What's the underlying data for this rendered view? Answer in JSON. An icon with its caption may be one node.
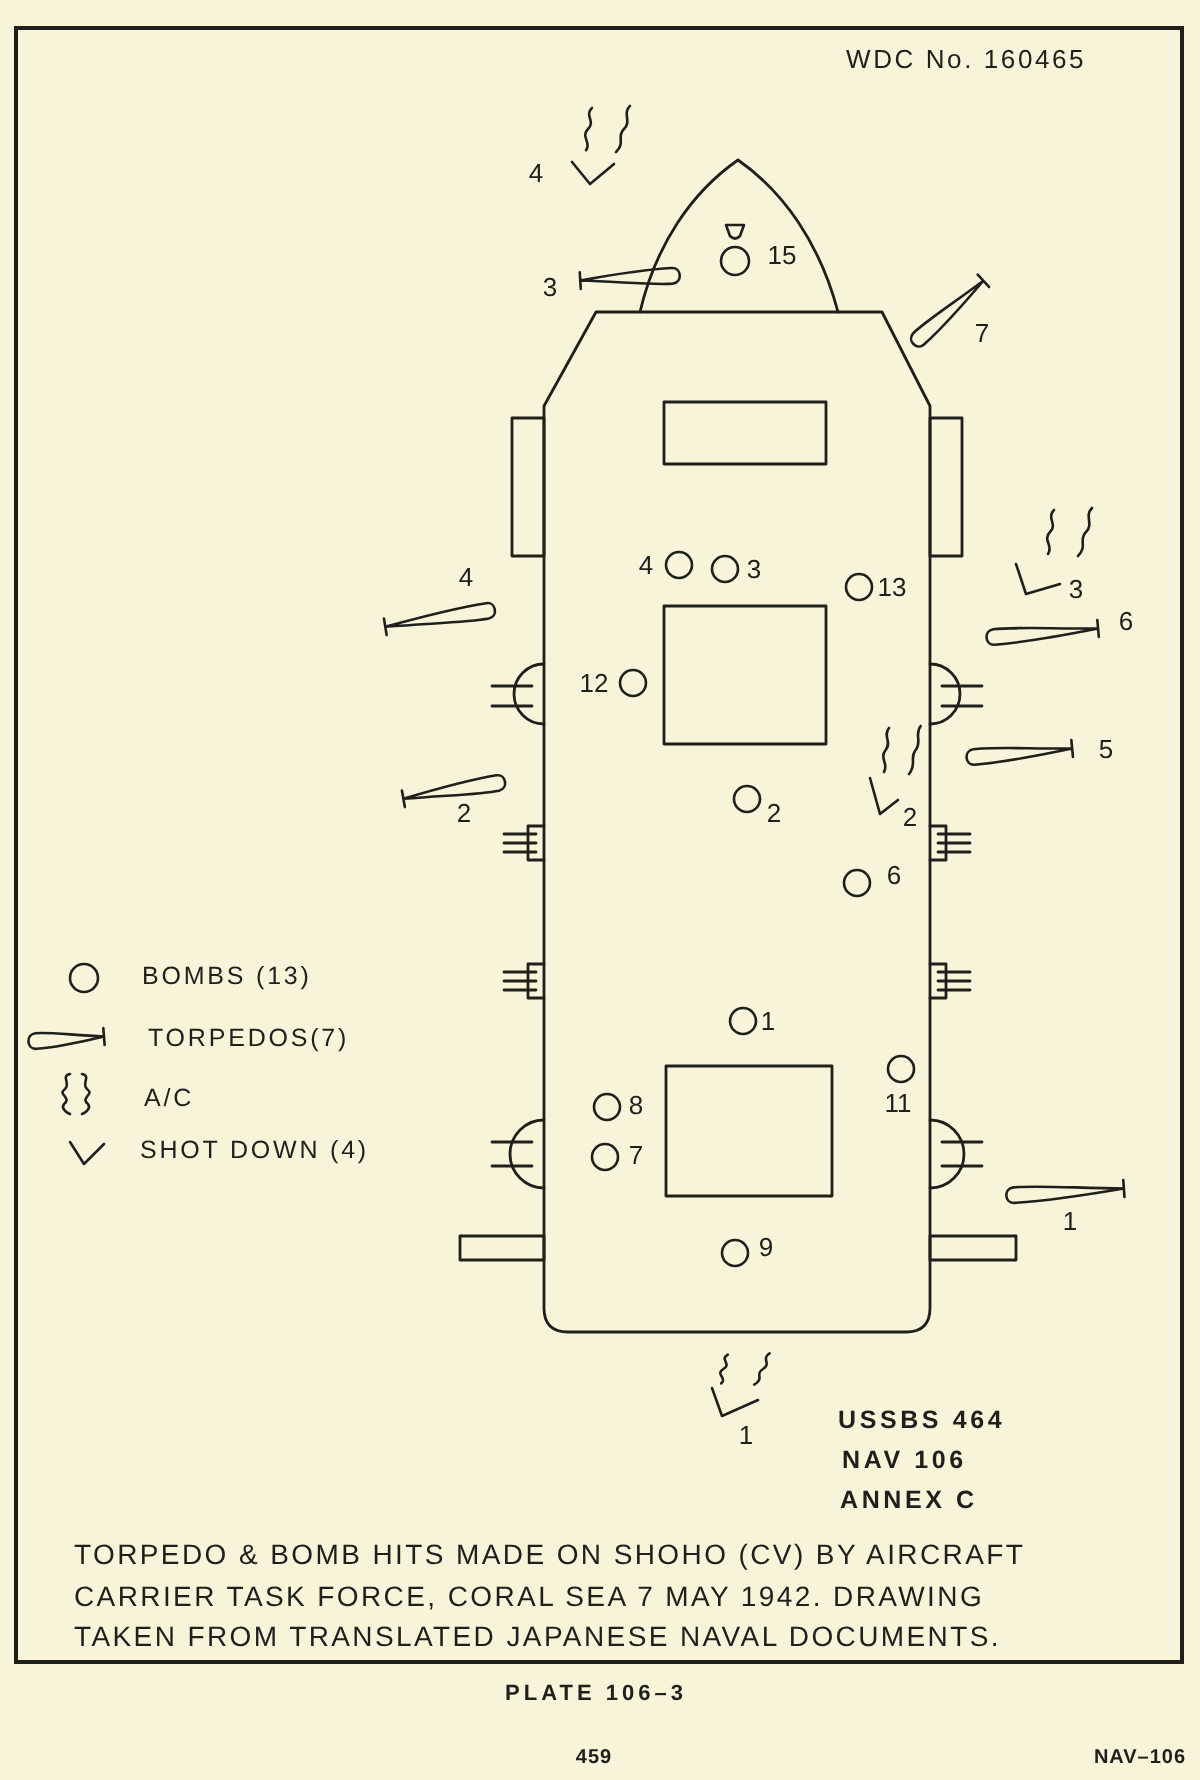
{
  "diagram": {
    "caption": "TORPEDO & BOMB HITS MADE ON SHOHO (CV) BY AIRCRAFT CARRIER TASK FORCE, CORAL SEA 7 MAY 1942. DRAWING TAKEN FROM TRANSLATED JAPANESE NAVAL DOCUMENTS.",
    "labels": [
      "WDC No. 160465",
      "4",
      "15",
      "3",
      "7",
      "4",
      "4",
      "3",
      "13",
      "3",
      "6",
      "12",
      "5",
      "2",
      "2",
      "2",
      "6",
      "1",
      "8",
      "11",
      "7",
      "1",
      "9",
      "1",
      "USSBS 464",
      "NAV 106",
      "ANNEX C",
      "PLATE 106–3",
      "459",
      "NAV–106"
    ],
    "legend": [
      {
        "text": "BOMBS (13)"
      },
      {
        "text": "TORPEDOS(7)"
      },
      {
        "text": "A/C"
      },
      {
        "text": "SHOT DOWN (4)"
      }
    ]
  }
}
